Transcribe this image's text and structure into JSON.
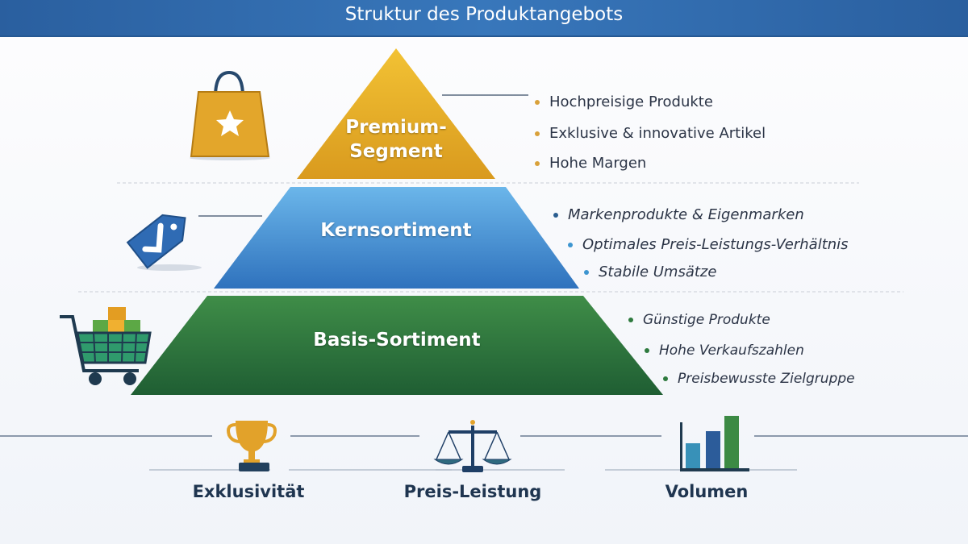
{
  "title": "Struktur des Produktangebots",
  "colors": {
    "premium": "#e6a826",
    "core": "#3f8fd6",
    "basis": "#2e7a3e",
    "header": "#2f6aab"
  },
  "levels": [
    {
      "label_line1": "Premium-",
      "label_line2": "Segment",
      "icon": "shopping-bag-star-icon",
      "bullets": [
        "Hochpreisige Produkte",
        "Exklusive & innovative Artikel",
        "Hohe Margen"
      ]
    },
    {
      "label": "Kernsortiment",
      "icon": "check-tag-icon",
      "bullets": [
        "Markenprodukte & Eigenmarken",
        "Optimales Preis-Leistungs-Verhältnis",
        "Stabile Umsätze"
      ]
    },
    {
      "label": "Basis-Sortiment",
      "icon": "shopping-cart-icon",
      "bullets": [
        "Günstige Produkte",
        "Hohe Verkaufszahlen",
        "Preisbewusste Zielgruppe"
      ]
    }
  ],
  "footer": [
    {
      "label": "Exklusivität",
      "icon": "trophy-icon"
    },
    {
      "label": "Preis-Leistung",
      "icon": "scale-icon"
    },
    {
      "label": "Volumen",
      "icon": "bar-chart-icon"
    }
  ]
}
